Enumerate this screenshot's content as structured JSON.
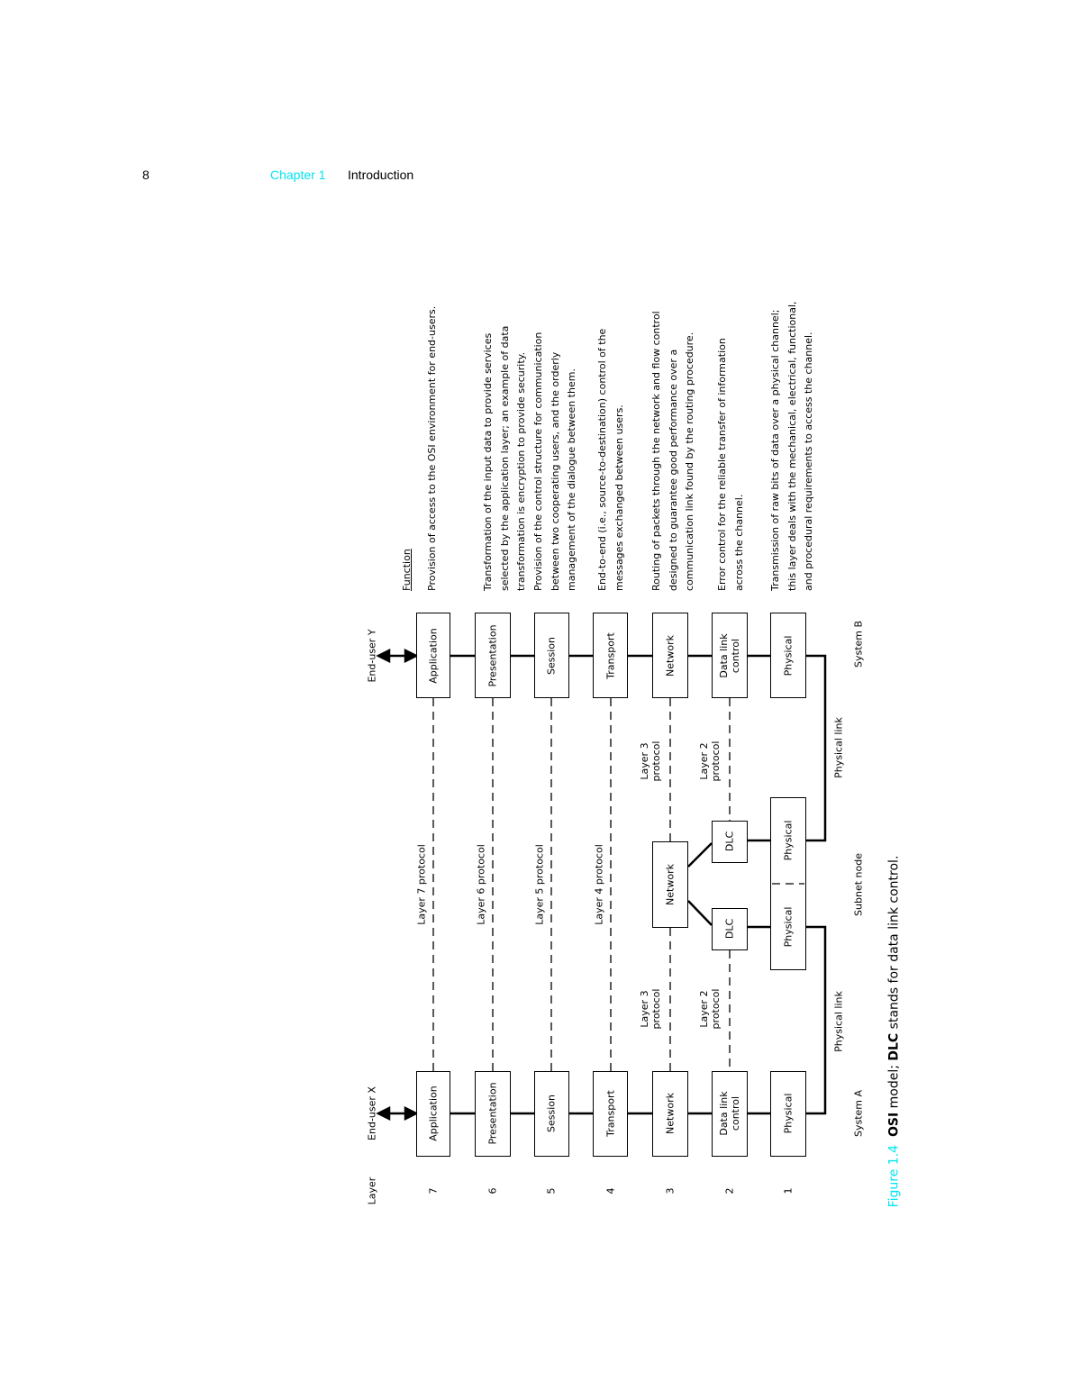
{
  "header": {
    "page_number": "8",
    "chapter": "Chapter 1",
    "section": "Introduction"
  },
  "diagram": {
    "layer_heading": "Layer",
    "end_user_x": "End-user X",
    "end_user_y": "End-user Y",
    "function_heading": "Function",
    "layers": [
      {
        "number": "7",
        "name": "Application",
        "protocol": "Layer 7 protocol",
        "function": [
          "Provision of access to the OSI environment for end-users."
        ]
      },
      {
        "number": "6",
        "name": "Presentation",
        "protocol": "Layer 6 protocol",
        "function": [
          "Transformation of the input data to provide services",
          "selected by the application layer; an example of data",
          "transformation is encryption to provide security."
        ]
      },
      {
        "number": "5",
        "name": "Session",
        "protocol": "Layer 5 protocol",
        "function": [
          "Provision of the control structure for communication",
          "between two cooperating users, and the orderly",
          "management of the dialogue between them."
        ]
      },
      {
        "number": "4",
        "name": "Transport",
        "protocol": "Layer 4 protocol",
        "function": [
          "End-to-end (i.e., source-to-destination) control of the",
          "messages exchanged between users."
        ]
      },
      {
        "number": "3",
        "name": "Network",
        "protocol": "Layer 3 protocol",
        "function": [
          "Routing of packets through the network and flow control",
          "designed to guarantee good performance over a",
          "communication link found by the routing procedure."
        ]
      },
      {
        "number": "2",
        "name": "Data link control",
        "name_lines": [
          "Data link",
          "control"
        ],
        "protocol": "Layer 2 protocol",
        "function": [
          "Error control for the reliable transfer of information",
          "across the channel."
        ]
      },
      {
        "number": "1",
        "name": "Physical",
        "protocol": "",
        "function": [
          "Transmission of raw bits of data over a physical channel;",
          "this layer deals with the mechanical, electrical, functional,",
          "and procedural requirements to access the channel."
        ]
      }
    ],
    "subnet": {
      "network": "Network",
      "dlc_left": "DLC",
      "dlc_right": "DLC",
      "physical_left": "Physical",
      "physical_right": "Physical",
      "label": "Subnet node"
    },
    "protocol_split": {
      "l3_line1": "Layer 3",
      "l3_line2": "protocol",
      "l2_line1": "Layer 2",
      "l2_line2": "protocol"
    },
    "physical_link": "Physical link",
    "system_a": "System A",
    "system_b": "System B"
  },
  "caption": {
    "figure_label": "Figure 1.4",
    "osi": "OSI",
    "text_1": " model; ",
    "dlc": "DLC",
    "text_2": " stands for data link control."
  }
}
